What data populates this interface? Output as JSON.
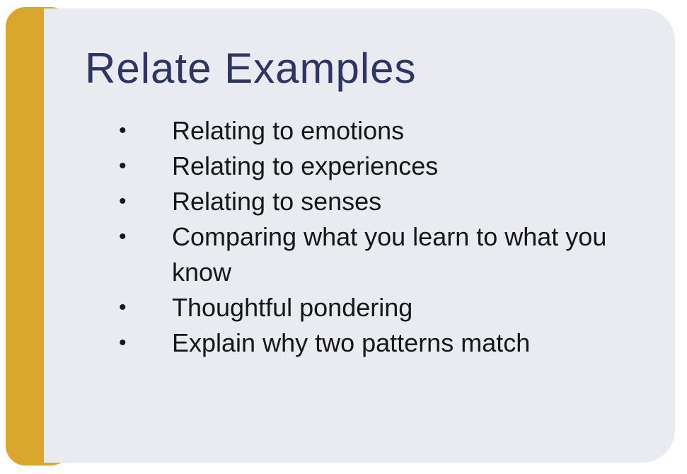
{
  "slide": {
    "title": "Relate Examples",
    "bullet_glyph": "•",
    "bullets": [
      "Relating to emotions",
      "Relating to experiences",
      "Relating to senses",
      "Comparing what you learn to what you know",
      "Thoughtful pondering",
      "Explain why two patterns match"
    ],
    "colors": {
      "accent_gold": "#D9A72C",
      "panel_background": "#EAEBF1",
      "title_navy": "#2E3464",
      "body_text": "#161616",
      "page_background": "#FFFFFF"
    }
  }
}
